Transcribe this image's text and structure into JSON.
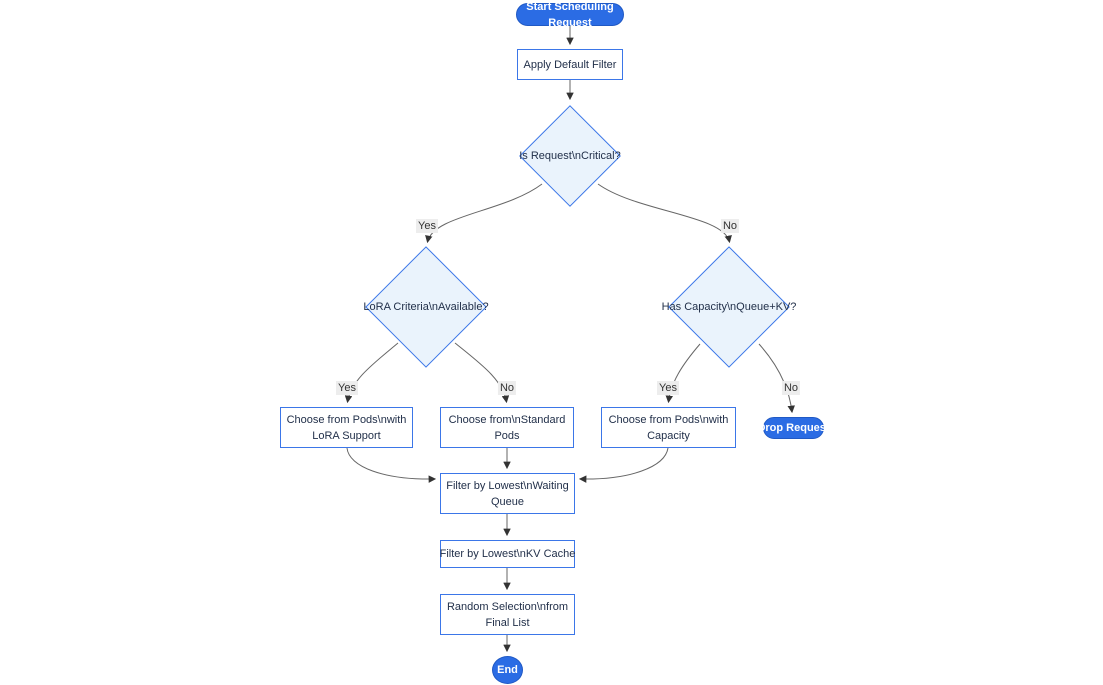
{
  "diagram": {
    "type": "flowchart",
    "nodes": {
      "start": {
        "label": "Start Scheduling Request",
        "shape": "stadium"
      },
      "apply_filter": {
        "label": "Apply Default Filter",
        "shape": "rect"
      },
      "is_critical": {
        "label": "Is Request\\nCritical?",
        "shape": "diamond"
      },
      "lora_available": {
        "label": "LoRA Criteria\\nAvailable?",
        "shape": "diamond"
      },
      "has_capacity": {
        "label": "Has Capacity\\nQueue+KV?",
        "shape": "diamond"
      },
      "choose_lora": {
        "label": "Choose from Pods\\nwith LoRA Support",
        "shape": "rect"
      },
      "choose_standard": {
        "label": "Choose from\\nStandard Pods",
        "shape": "rect"
      },
      "choose_capacity": {
        "label": "Choose from Pods\\nwith Capacity",
        "shape": "rect"
      },
      "drop_request": {
        "label": "Drop Request",
        "shape": "stadium"
      },
      "filter_queue": {
        "label": "Filter by Lowest\\nWaiting Queue",
        "shape": "rect"
      },
      "filter_kv": {
        "label": "Filter by Lowest\\nKV Cache",
        "shape": "rect"
      },
      "random_selection": {
        "label": "Random Selection\\nfrom Final List",
        "shape": "rect"
      },
      "end": {
        "label": "End",
        "shape": "circle"
      }
    },
    "edge_labels": {
      "critical_yes": "Yes",
      "critical_no": "No",
      "lora_yes": "Yes",
      "lora_no": "No",
      "capacity_yes": "Yes",
      "capacity_no": "No"
    },
    "colors": {
      "terminator_fill": "#2b6ce4",
      "terminator_text": "#ffffff",
      "shape_border": "#3b76e8",
      "rect_fill": "#ffffff",
      "diamond_fill": "#eaf3fc",
      "node_text": "#22304a",
      "edge_stroke": "#666666",
      "arrowhead": "#333333",
      "edge_label_bg": "#ededed",
      "edge_label_text": "#333333",
      "background": "#ffffff"
    }
  }
}
